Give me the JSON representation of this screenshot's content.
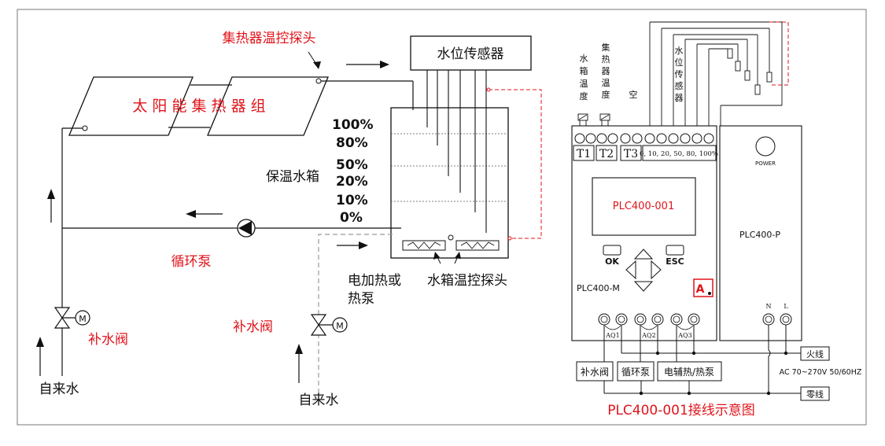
{
  "labels": {
    "collector_probe": "集热器温控探头",
    "collector_group": "太 阳 能 集 热 器 组",
    "level_sensor": "水位传感器",
    "tank": "保温水箱",
    "pump": "循环泵",
    "heater_line1": "电加热或",
    "heater_line2": "热泵",
    "tank_probe": "水箱温控探头",
    "makeup_valve_left": "补水阀",
    "makeup_valve_mid": "补水阀",
    "tap_water_left": "自来水",
    "tap_water_mid": "自来水",
    "levels": [
      "100%",
      "80%",
      "50%",
      "20%",
      "10%",
      "0%"
    ]
  },
  "plc": {
    "vertical_labels": {
      "tank_temp": "水箱温度",
      "collector_temp": "集热器温度",
      "empty": "空",
      "level_sensor": "水位传感器"
    },
    "terminals": {
      "t1": "T1",
      "t2": "T2",
      "t3": "T3",
      "level_scale": "0, 10, 20, 50, 80, 100%"
    },
    "screen_label": "PLC400-001",
    "ok_label": "OK",
    "esc_label": "ESC",
    "model_m": "PLC400-M",
    "a_badge": "A",
    "model_p": "PLC400-P",
    "power_label": "POWER",
    "n_label": "N",
    "l_label": "L",
    "aq1": "AQ1",
    "aq2": "AQ2",
    "aq3": "AQ3",
    "out_valve": "补水阀",
    "out_pump": "循环泵",
    "out_heater": "电辅热/热泵",
    "live": "火线",
    "neutral": "零线",
    "supply": "AC 70~270V 50/60HZ",
    "caption": "PLC400-001接线示意图"
  },
  "colors": {
    "red": "#e0141b",
    "line": "#111111",
    "dash": "#999999"
  }
}
